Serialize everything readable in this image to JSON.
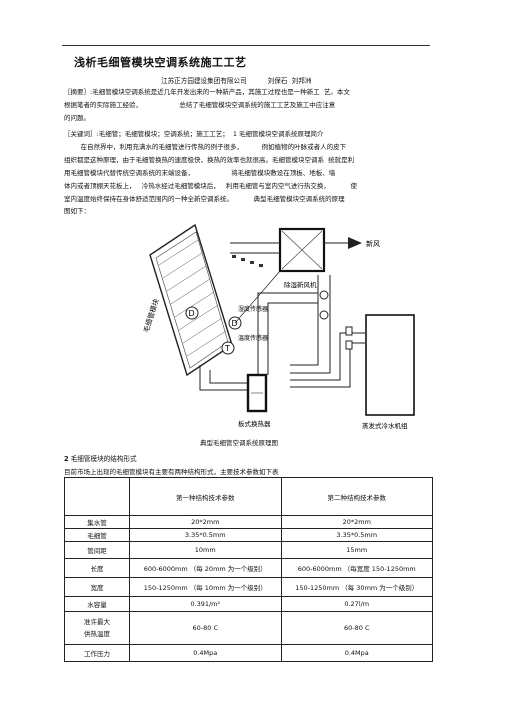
{
  "doc": {
    "title": "浅析毛细管模块空调系统施工工艺",
    "authors": "江苏正方园建设集团有限公司          刘保石  刘邦洲",
    "abstract_lines": [
      "［摘要］:毛细管模块空调系统是近几年开发出来的一种新产品，其施工过程也是一种新工  艺。本文",
      "根据笔者的实际施工经验，                  总结了毛细管模块空调系统的施工工艺及施工中应注意",
      "的问题。"
    ],
    "body_lines": [
      "［关键词］:毛细管；毛细管模块；空调系统；施工工艺；  1 毛细管模块空调系统原理简介",
      "        在自然界中，利用充满水的毛细管进行传热的例子很多，         例如植物的叶脉或者人的皮下",
      "组织都是这种原理，由于毛细管换热的速度极快，换热的效率也就很高。毛细管模块空调系  统就是利",
      "用毛细管模块代替传统空调系统的末端设备，                  将毛细管模块敷设在顶板、地板、墙",
      "体内或者顶棚天花板上，   冷热水经过毛细管模块后，   利用毛细管与室内空气进行热交换，          使",
      "室内温度始终保持在身体舒适范围内的一种全新空调系统。          典型毛细管模块空调系统的原理",
      "图如下："
    ],
    "figure": {
      "labels": {
        "module": "毛细管模块",
        "fresh_air_unit": "除湿新风机",
        "fresh_air": "新风",
        "temp_sensor": "温度传感器",
        "humidity_sensor": "湿度传感器",
        "plate_hx": "板式换热器",
        "chiller": "蒸发式冷水机组",
        "mark_d1": "D",
        "mark_d2": "D",
        "mark_t": "T"
      },
      "caption": "典型毛细管空调系统原理图"
    },
    "section2": {
      "num": "2",
      "title": "毛细管模块的结构形式",
      "intro": "目前市场上出现的毛细管模块有主要有两种结构形式，主要技术参数如下表"
    },
    "table": {
      "headers": [
        "",
        "第一种结构技术参数",
        "第二种结构技术参数"
      ],
      "rows": [
        [
          "集水管",
          "20*2mm",
          "20*2mm"
        ],
        [
          "毛细管",
          "3.35*0.5mm",
          "3.35*0.5mm"
        ],
        [
          "管间距",
          "10mm",
          "15mm"
        ],
        [
          "长度",
          "600-6000mm （每 20mm 为一个级别）",
          "600-6000mm （每宽度  150-1250mm"
        ],
        [
          "宽度",
          "150-1250mm （每 10mm 为一个级别）",
          "150-1250mm （每 30mm 为一个级别）"
        ],
        [
          "水容量",
          "0.391/m²",
          "0.27l/m"
        ],
        [
          "准许最大\n供热温度",
          "60-80 C",
          "60-80 C"
        ],
        [
          "工作压力",
          "0.4Mpa",
          "0.4Mpa"
        ]
      ]
    }
  }
}
